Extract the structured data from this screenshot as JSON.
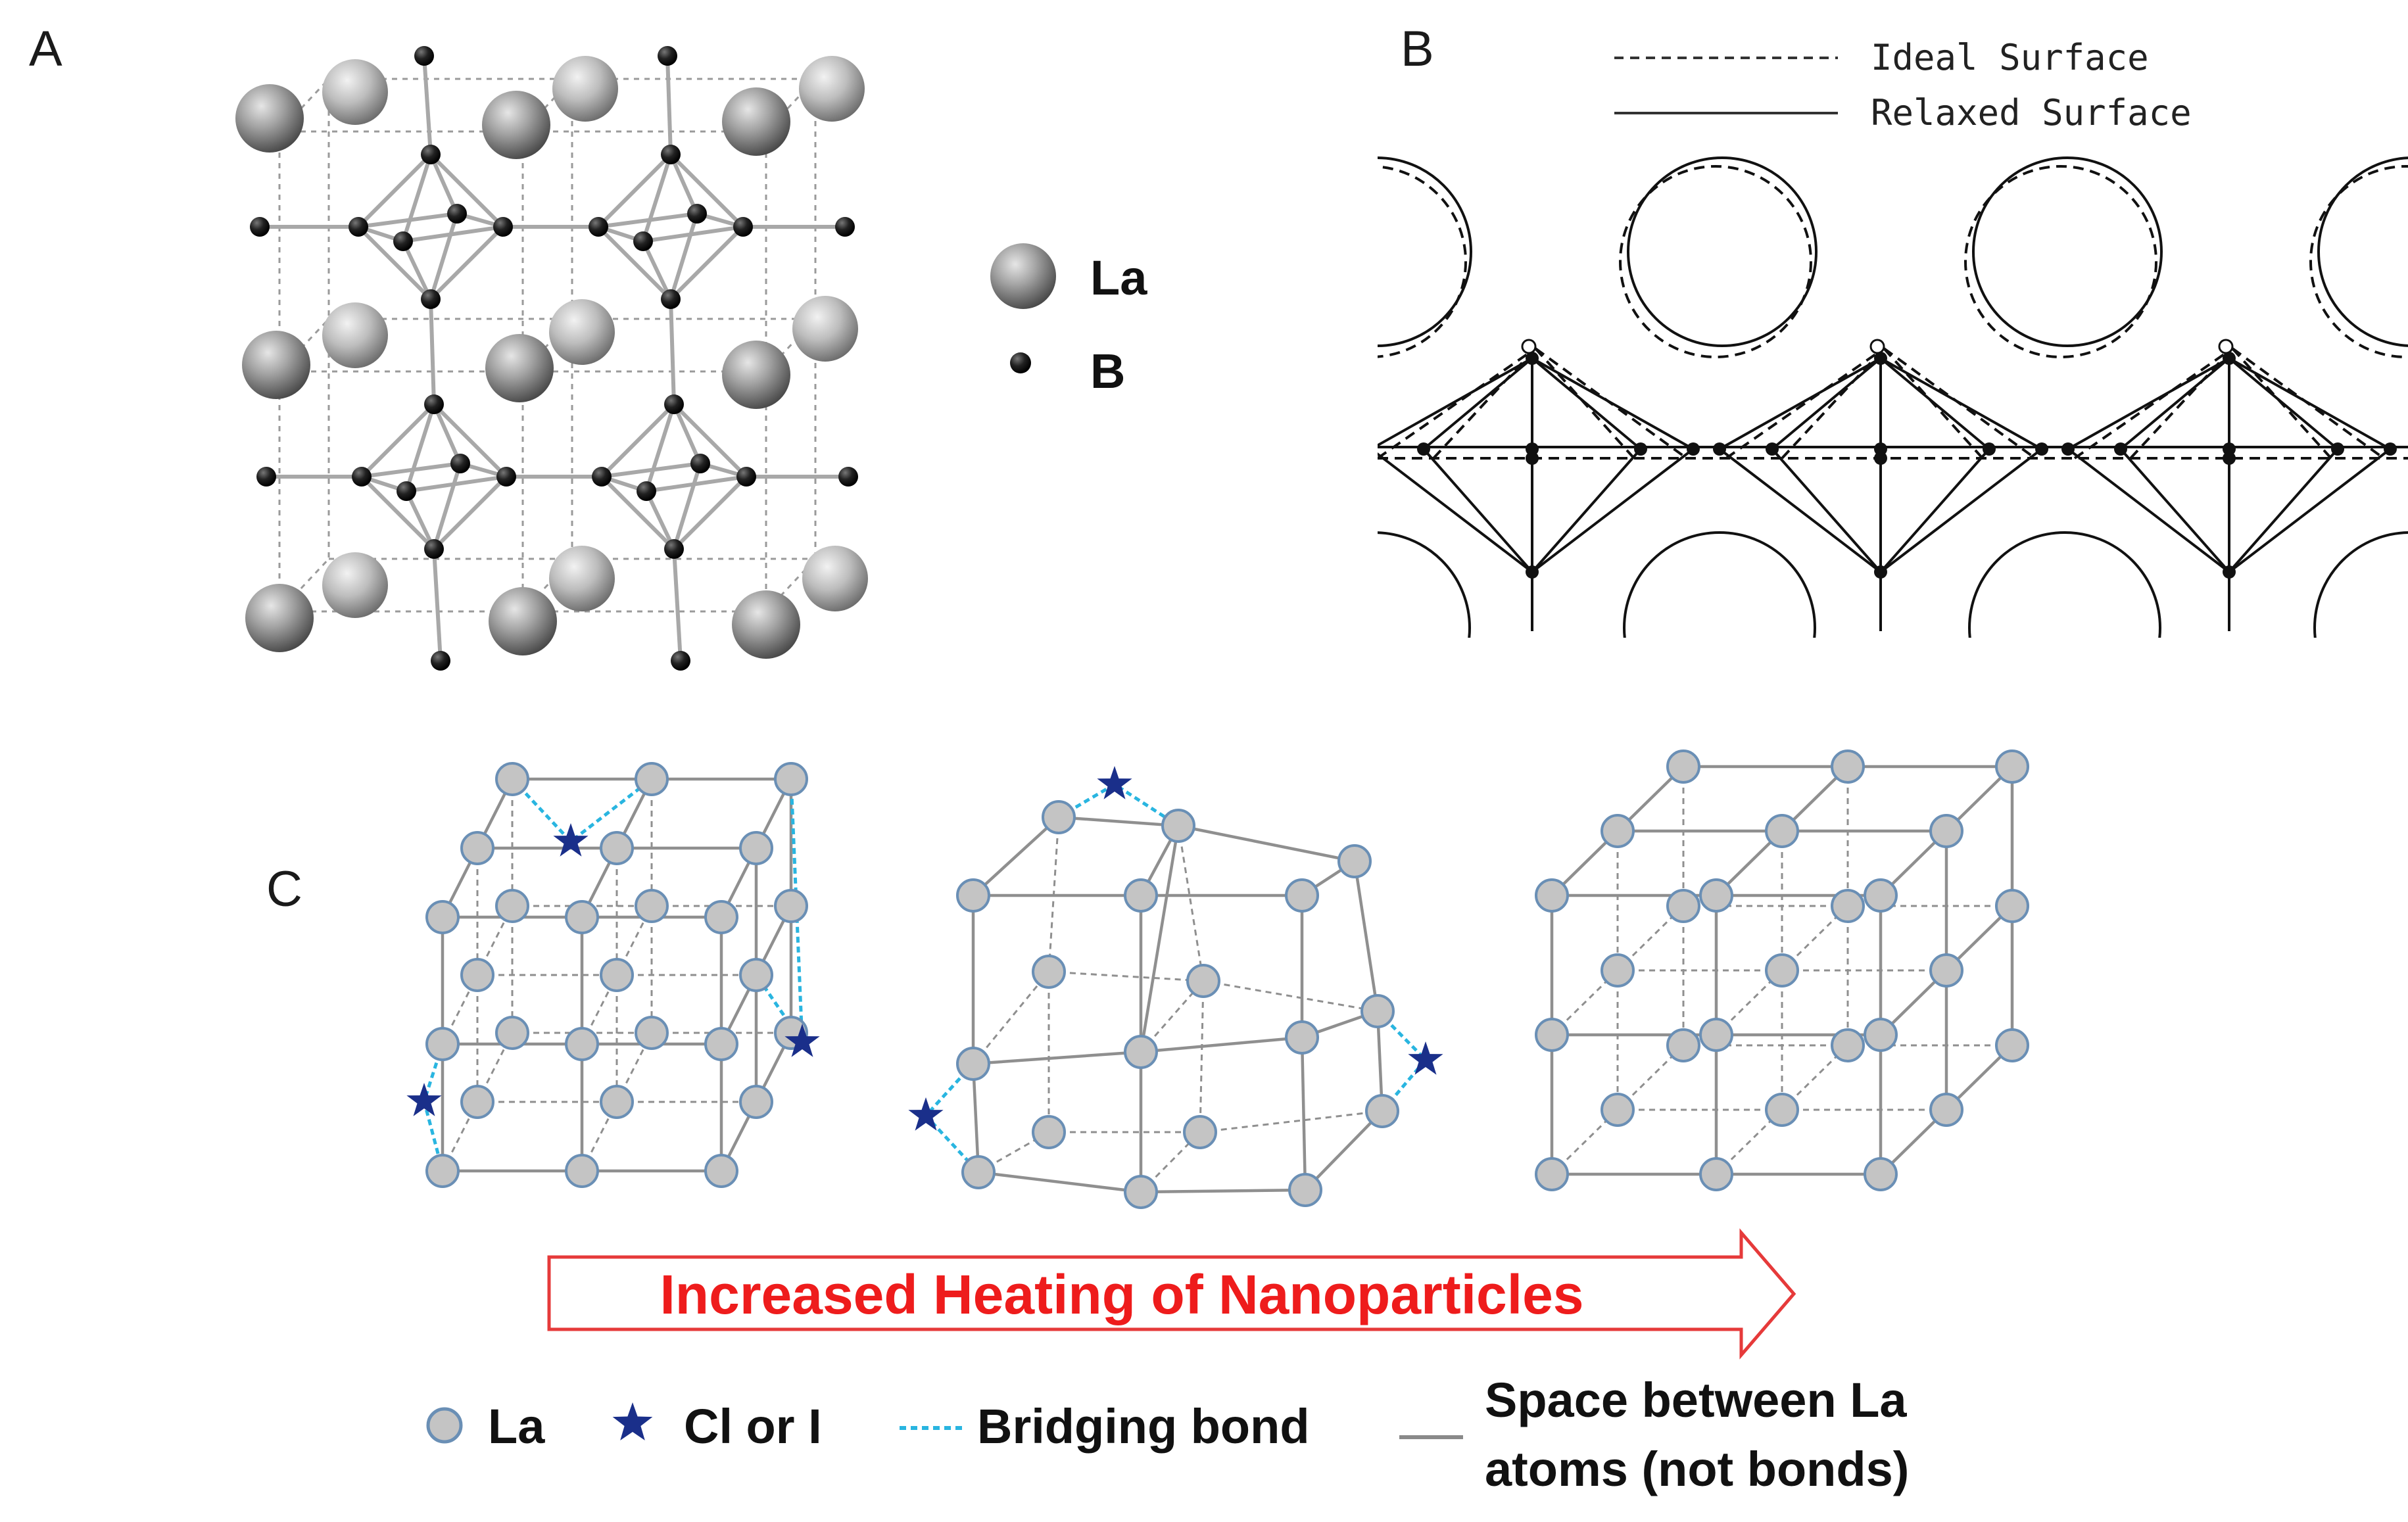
{
  "panels": {
    "a": {
      "label": "A",
      "legend": [
        {
          "symbol": "large-gray-sphere",
          "text": "La"
        },
        {
          "symbol": "small-black-sphere",
          "text": "B"
        }
      ]
    },
    "b": {
      "label": "B",
      "legend": [
        {
          "style": "dashed",
          "text": "Ideal Surface"
        },
        {
          "style": "solid",
          "text": "Relaxed Surface"
        }
      ]
    },
    "c": {
      "label": "C",
      "arrow_text": "Increased Heating of Nanoparticles",
      "legend": [
        {
          "symbol": "gray-circle",
          "text": "La"
        },
        {
          "symbol": "blue-star",
          "text": "Cl or I"
        },
        {
          "symbol": "cyan-dashed-line",
          "text": "Bridging bond"
        },
        {
          "symbol": "gray-line",
          "text_line1": "Space between La",
          "text_line2": "atoms (not bonds)"
        }
      ]
    }
  },
  "colors": {
    "la_sphere": "#8c8c8c",
    "b_atom": "#111111",
    "la_circle_fill": "#c4c4c4",
    "la_circle_stroke": "#6a8fb5",
    "star": "#1a2f8a",
    "bridge": "#29b5e0",
    "arrow_text": "#ee1c1c",
    "arrow_outline": "#e63a3a"
  }
}
